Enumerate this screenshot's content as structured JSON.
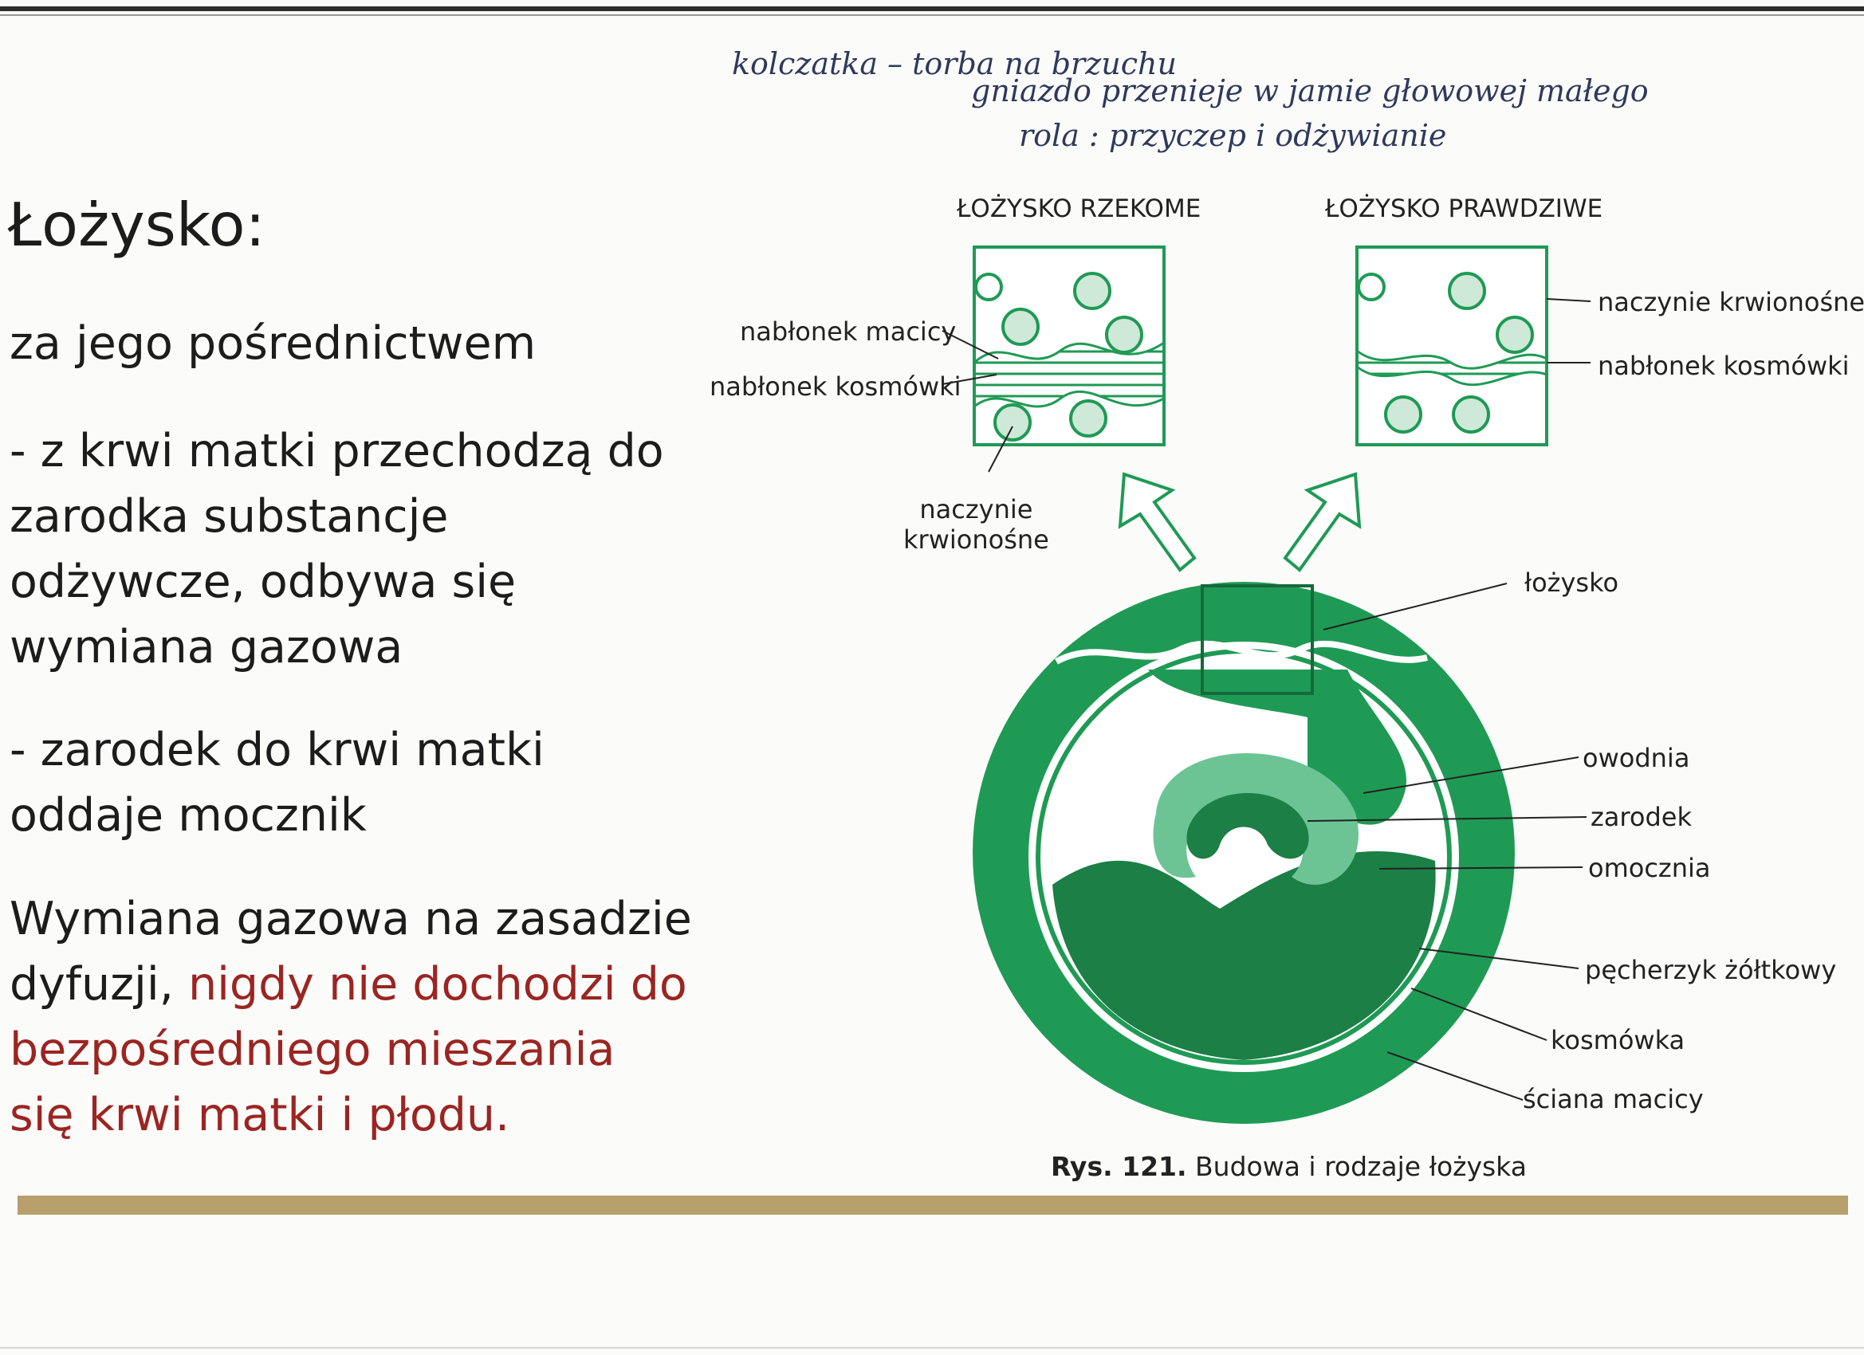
{
  "slide": {
    "title": "Łożysko:",
    "paragraph1": "za jego pośrednictwem",
    "paragraph2_lines": [
      "- z krwi matki przechodzą do",
      "zarodka substancje",
      "odżywcze, odbywa się",
      "wymiana gazowa"
    ],
    "paragraph3_lines": [
      "- zarodek do krwi matki",
      "oddaje mocznik"
    ],
    "paragraph4_black": [
      "Wymiana gazowa na zasadzie",
      "dyfuzji, "
    ],
    "paragraph4_red": [
      "nigdy nie dochodzi do",
      "bezpośredniego mieszania",
      "się krwi matki i płodu."
    ],
    "colors": {
      "text": "#1c1c1c",
      "highlight_red": "#9b2521",
      "bottom_bar": "#b7a06b",
      "figure_green": "#1f9a55"
    }
  },
  "handwritten_notes": [
    "kolczatka – torba na brzuchu",
    "gniazdo przenieje w jamie głowowej małego",
    "rola : przyczep i odżywianie"
  ],
  "figure": {
    "header_left": "ŁOŻYSKO RZEKOME",
    "header_right": "ŁOŻYSKO PRAWDZIWE",
    "labels": {
      "nablonek_macicy": "nabłonek macicy",
      "nablonek_kosmowki_left": "nabłonek kosmówki",
      "naczynie_left_1": "naczynie",
      "naczynie_left_2": "krwionośne",
      "naczynie_right": "naczynie krwionośne",
      "nablonek_kosmowki_right": "nabłonek kosmówki",
      "lozysko": "łożysko",
      "owodnia": "owodnia",
      "zarodek": "zarodek",
      "omocznia": "omocznia",
      "pecherzyk": "pęcherzyk żółtkowy",
      "kosmowka": "kosmówka",
      "sciana_macicy": "ściana macicy"
    },
    "caption_bold": "Rys. 121.",
    "caption_text": "Budowa i rodzaje łożyska"
  }
}
